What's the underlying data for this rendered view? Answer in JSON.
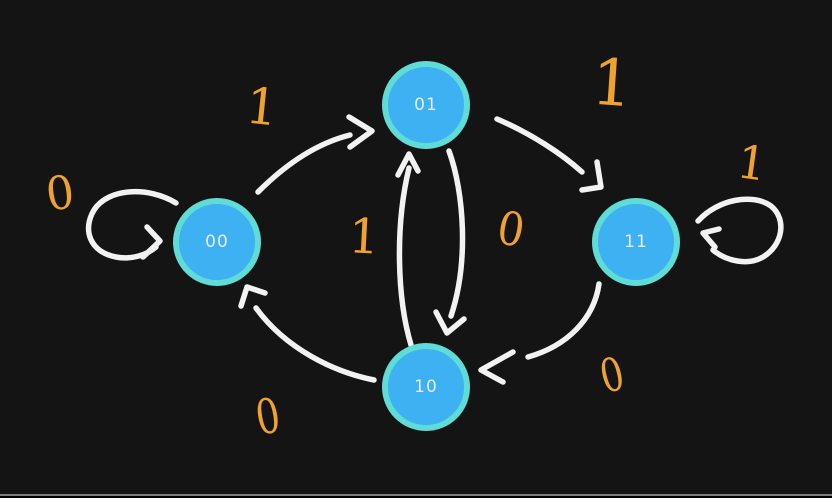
{
  "diagram": {
    "kind": "hand-drawn finite-state-machine",
    "colors": {
      "background": "#141414",
      "node_fill": "#3db1f2",
      "node_border": "#5fdcd6",
      "node_text": "#e9edef",
      "edge_stroke": "#f2f2f2",
      "label_text": "#f0a22f"
    },
    "states": [
      {
        "id": "00",
        "label": "00"
      },
      {
        "id": "01",
        "label": "01"
      },
      {
        "id": "11",
        "label": "11"
      },
      {
        "id": "10",
        "label": "10"
      }
    ],
    "transitions": [
      {
        "from": "00",
        "to": "00",
        "label": "0"
      },
      {
        "from": "00",
        "to": "01",
        "label": "1"
      },
      {
        "from": "01",
        "to": "11",
        "label": "1"
      },
      {
        "from": "11",
        "to": "11",
        "label": "1"
      },
      {
        "from": "10",
        "to": "01",
        "label": "1"
      },
      {
        "from": "01",
        "to": "10",
        "label": "0"
      },
      {
        "from": "11",
        "to": "10",
        "label": "0"
      },
      {
        "from": "10",
        "to": "00",
        "label": "0"
      }
    ]
  }
}
